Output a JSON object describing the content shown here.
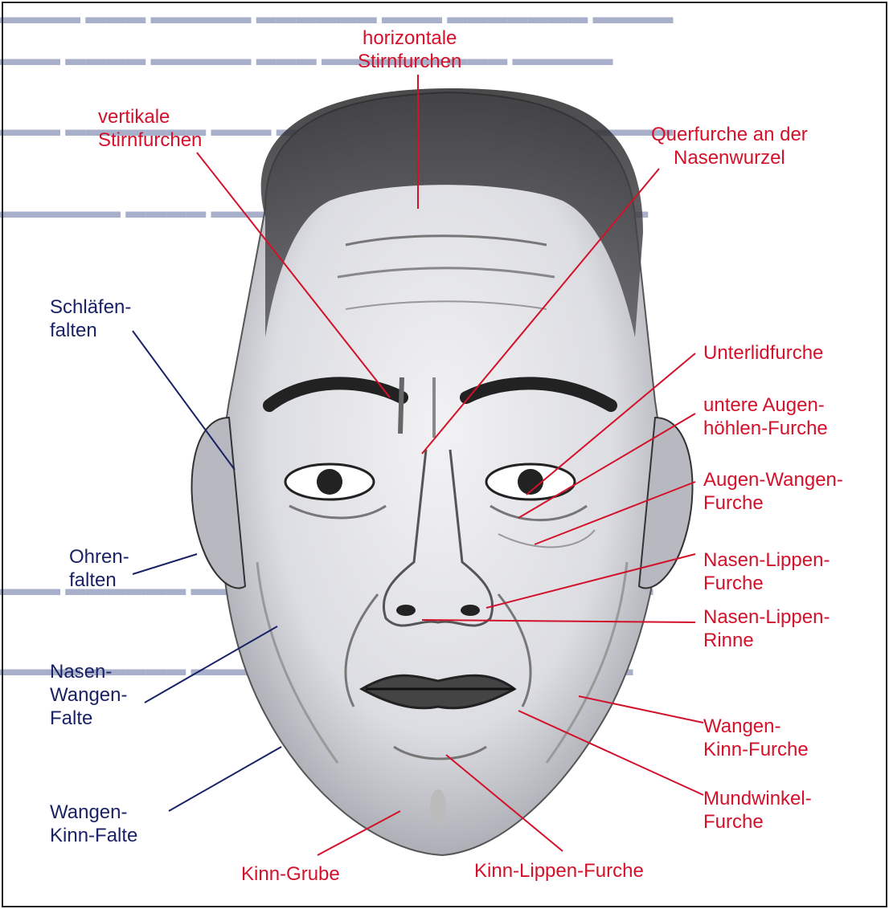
{
  "labels": {
    "horizontale_stirnfurchen": "horizontale\nStirnfurchen",
    "vertikale_stirnfurchen": "vertikale\nStirnfurchen",
    "querfurche_nasenwurzel": "Querfurche an der\nNasenwurzel",
    "schlaefenfalten": "Schläfen-\nfalten",
    "unterlidfurche": "Unterlidfurche",
    "untere_augenhoehlen_furche": "untere Augen-\nhöhlen-Furche",
    "augen_wangen_furche": "Augen-Wangen-\nFurche",
    "ohrenfalten": "Ohren-\nfalten",
    "nasen_lippen_furche": "Nasen-Lippen-\nFurche",
    "nasen_lippen_rinne": "Nasen-Lippen-\nRinne",
    "nasen_wangen_falte": "Nasen-\nWangen-\nFalte",
    "wangen_kinn_furche": "Wangen-\nKinn-Furche",
    "mundwinkel_furche": "Mundwinkel-\nFurche",
    "wangen_kinn_falte": "Wangen-\nKinn-Falte",
    "kinn_grube": "Kinn-Grube",
    "kinn_lippen_furche": "Kinn-Lippen-Furche"
  },
  "colors": {
    "red_labels": "#d3112a",
    "blue_labels": "#1a2266",
    "background_text": "#a7afcb",
    "frame": "#222222"
  }
}
